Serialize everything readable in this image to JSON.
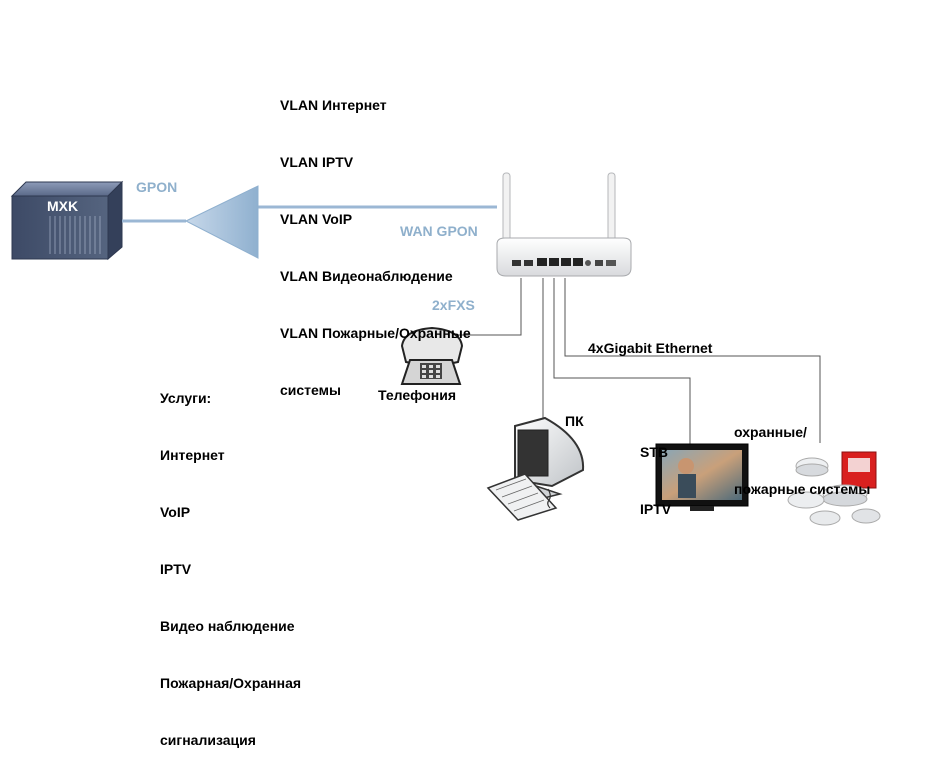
{
  "vlan_list": [
    "VLAN Интернет",
    "VLAN IPTV",
    "VLAN VoIP",
    "VLAN Видеонаблюдение",
    "VLAN Пожарные/Охранные",
    "системы"
  ],
  "labels": {
    "mxk": "MXK",
    "gpon": "GPON",
    "wan_gpon": "WAN GPON",
    "fxs": "2xFXS",
    "gigabit": "4xGigabit Ethernet",
    "telephony": "Телефония",
    "pc": "ПК",
    "stb_line1": "STB",
    "stb_line2": "IPTV",
    "security_line1": "охранные/",
    "security_line2": "пожарные системы"
  },
  "services_list": [
    "Услуги:",
    "Интернет",
    "VoIP",
    "IPTV",
    "Видео наблюдение",
    "Пожарная/Охранная",
    "сигнализация"
  ],
  "colors": {
    "gpon_link": "#9bb7d4",
    "splitter": "#a9c3dc",
    "mxk_body": "#4a5a78"
  }
}
